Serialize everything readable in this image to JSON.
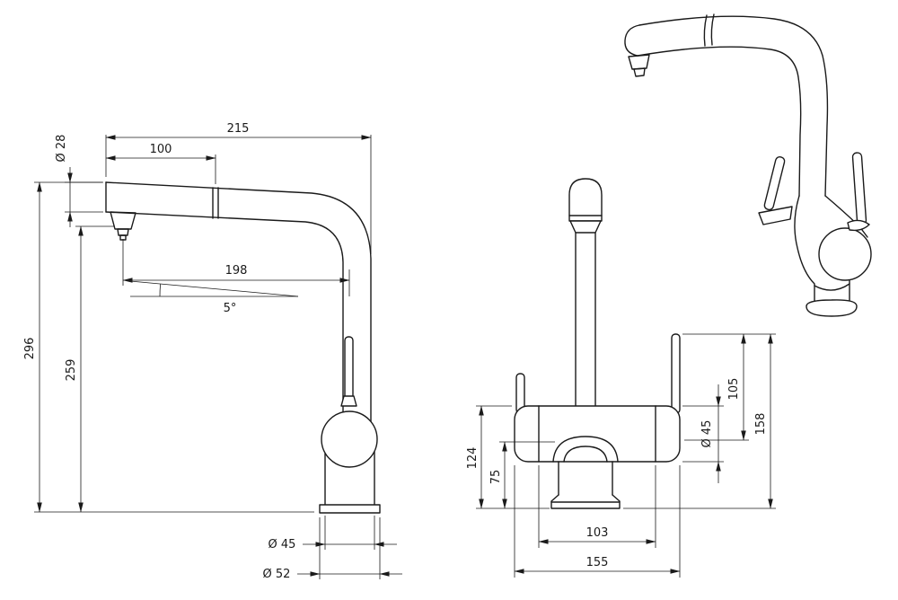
{
  "page": {
    "background": "#ffffff",
    "line_color": "#1a1a1a",
    "subject": "kitchen faucet dimensioned technical drawing",
    "views": [
      "side-view",
      "front-view",
      "perspective-view"
    ]
  },
  "dims": {
    "side": {
      "total_width": "215",
      "spray_head_length": "100",
      "spout_diameter": "Ø 28",
      "spout_reach": "198",
      "spout_angle": "5°",
      "total_height": "296",
      "outlet_height": "259",
      "body_diameter": "Ø 45",
      "base_diameter": "Ø 52"
    },
    "front": {
      "body_height": "124",
      "outlet_height": "75",
      "inner_width": "103",
      "total_width": "155",
      "body_diameter": "Ø 45",
      "upper_height": "105",
      "total_height": "158"
    }
  }
}
